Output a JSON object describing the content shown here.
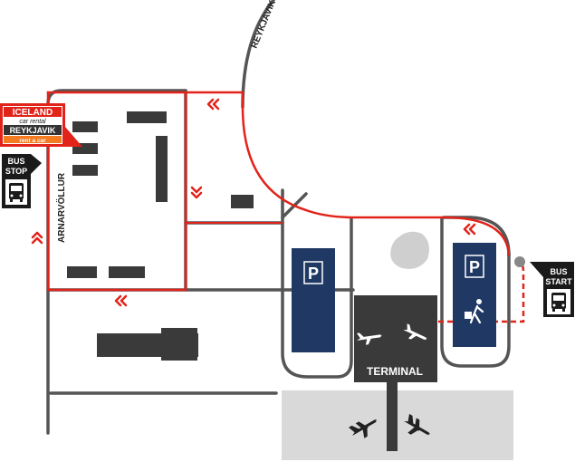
{
  "streets": {
    "road_north": "REYKJAVIK",
    "road_west": "ARNARVÖLLUR"
  },
  "brand": {
    "line1": "ICELAND",
    "line2": "car rental",
    "line3": "REYKJAVIK",
    "line4": "rent a car",
    "red": "#e2231a",
    "orange": "#f47b20"
  },
  "bus_stop": {
    "line1": "BUS",
    "line2": "STOP",
    "icon": "bus-icon"
  },
  "bus_start": {
    "line1": "BUS",
    "line2": "START",
    "icon": "bus-icon"
  },
  "parking": {
    "left_label": "P",
    "right_label": "P",
    "color": "#1f3864"
  },
  "terminal": {
    "label": "TERMINAL",
    "icons": [
      "departure-plane-icon",
      "arrival-plane-icon"
    ]
  },
  "apron": {
    "icons": [
      "departure-plane-icon",
      "arrival-plane-icon"
    ]
  },
  "colors": {
    "road": "#555555",
    "route": "#e2231a",
    "building": "#3a3a3a",
    "apron": "#d9d9d9"
  }
}
